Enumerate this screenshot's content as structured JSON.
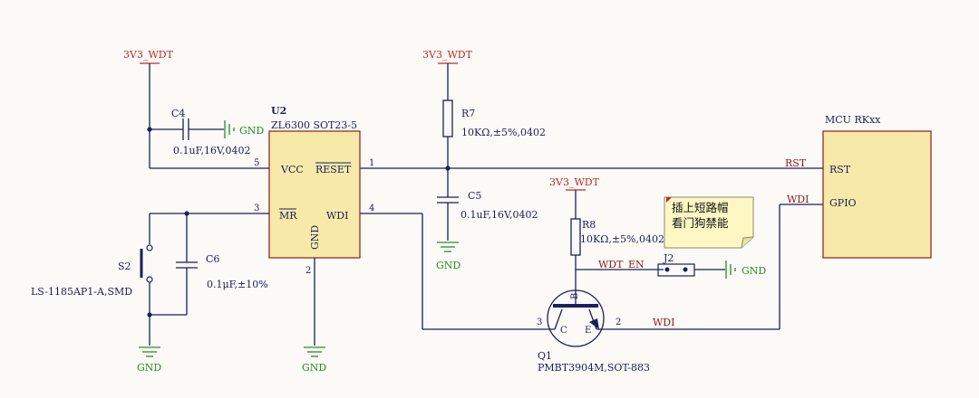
{
  "power_labels": [
    "3V3_WDT",
    "3V3_WDT",
    "3V3_WDT"
  ],
  "gnd_label": "GND",
  "u2": {
    "ref": "U2",
    "part": "ZL6300  SOT23-5",
    "pins": {
      "vcc": "VCC",
      "reset": "RESET",
      "mr": "MR",
      "wdi": "WDI",
      "gnd": "GND",
      "n1": "1",
      "n2": "2",
      "n3": "3",
      "n4": "4",
      "n5": "5"
    }
  },
  "c4": {
    "ref": "C4",
    "value": "0.1uF,16V,0402"
  },
  "c5": {
    "ref": "C5",
    "value": "0.1uF,16V,0402"
  },
  "c6": {
    "ref": "C6",
    "value": "0.1μF,±10%"
  },
  "r7": {
    "ref": "R7",
    "value": "10KΩ,±5%,0402"
  },
  "r8": {
    "ref": "R8",
    "value": "10KΩ,±5%,0402"
  },
  "s2": {
    "ref": "S2",
    "value": "LS-1185AP1-A,SMD"
  },
  "q1": {
    "ref": "Q1",
    "value": "PMBT3904M,SOT-883",
    "pin_b": "B",
    "pin_c": "C",
    "pin_e": "E",
    "n3": "3",
    "n2": "2"
  },
  "j2": {
    "ref": "J2"
  },
  "nets": {
    "rst": "RST",
    "wdi_top": "WDI",
    "wdi_bottom": "WDI",
    "wdt_en": "WDT_EN"
  },
  "mcu": {
    "title": "MCU RKxx",
    "pin_rst": "RST",
    "pin_gpio": "GPIO"
  },
  "note": {
    "line1": "插上短路帽",
    "line2": "看门狗禁能"
  },
  "colors": {
    "wire": "#1a1f5e",
    "power": "#c0282d",
    "ground": "#2a8a2a",
    "body": "#f7e9a8",
    "note": "#fdf7c4"
  }
}
